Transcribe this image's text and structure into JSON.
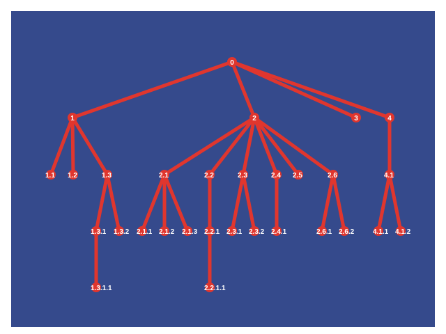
{
  "colors": {
    "canvas_background": "#354a8c",
    "edge": "#e0362e",
    "node": "#e0362e",
    "label_text": "#ffffff",
    "page_background": "#ffffff"
  },
  "tree": {
    "nodes": [
      "0",
      "1",
      "2",
      "3",
      "4",
      "1.1",
      "1.2",
      "1.3",
      "2.1",
      "2.2",
      "2.3",
      "2.4",
      "2.5",
      "2.6",
      "4.1",
      "1.3.1",
      "1.3.2",
      "2.1.1",
      "2.1.2",
      "2.1.3",
      "2.2.1",
      "2.3.1",
      "2.3.2",
      "2.4.1",
      "2.6.1",
      "2.6.2",
      "4.1.1",
      "4.1.2",
      "1.3.1.1",
      "2.2.1.1"
    ],
    "edges": [
      [
        "0",
        "1"
      ],
      [
        "0",
        "2"
      ],
      [
        "0",
        "3"
      ],
      [
        "0",
        "4"
      ],
      [
        "1",
        "1.1"
      ],
      [
        "1",
        "1.2"
      ],
      [
        "1",
        "1.3"
      ],
      [
        "2",
        "2.1"
      ],
      [
        "2",
        "2.2"
      ],
      [
        "2",
        "2.3"
      ],
      [
        "2",
        "2.4"
      ],
      [
        "2",
        "2.5"
      ],
      [
        "2",
        "2.6"
      ],
      [
        "4",
        "4.1"
      ],
      [
        "1.3",
        "1.3.1"
      ],
      [
        "1.3",
        "1.3.2"
      ],
      [
        "2.1",
        "2.1.1"
      ],
      [
        "2.1",
        "2.1.2"
      ],
      [
        "2.1",
        "2.1.3"
      ],
      [
        "2.2",
        "2.2.1"
      ],
      [
        "2.3",
        "2.3.1"
      ],
      [
        "2.3",
        "2.3.2"
      ],
      [
        "2.4",
        "2.4.1"
      ],
      [
        "2.6",
        "2.6.1"
      ],
      [
        "2.6",
        "2.6.2"
      ],
      [
        "4.1",
        "4.1.1"
      ],
      [
        "4.1",
        "4.1.2"
      ],
      [
        "1.3.1",
        "1.3.1.1"
      ],
      [
        "2.2.1",
        "2.2.1.1"
      ]
    ]
  }
}
